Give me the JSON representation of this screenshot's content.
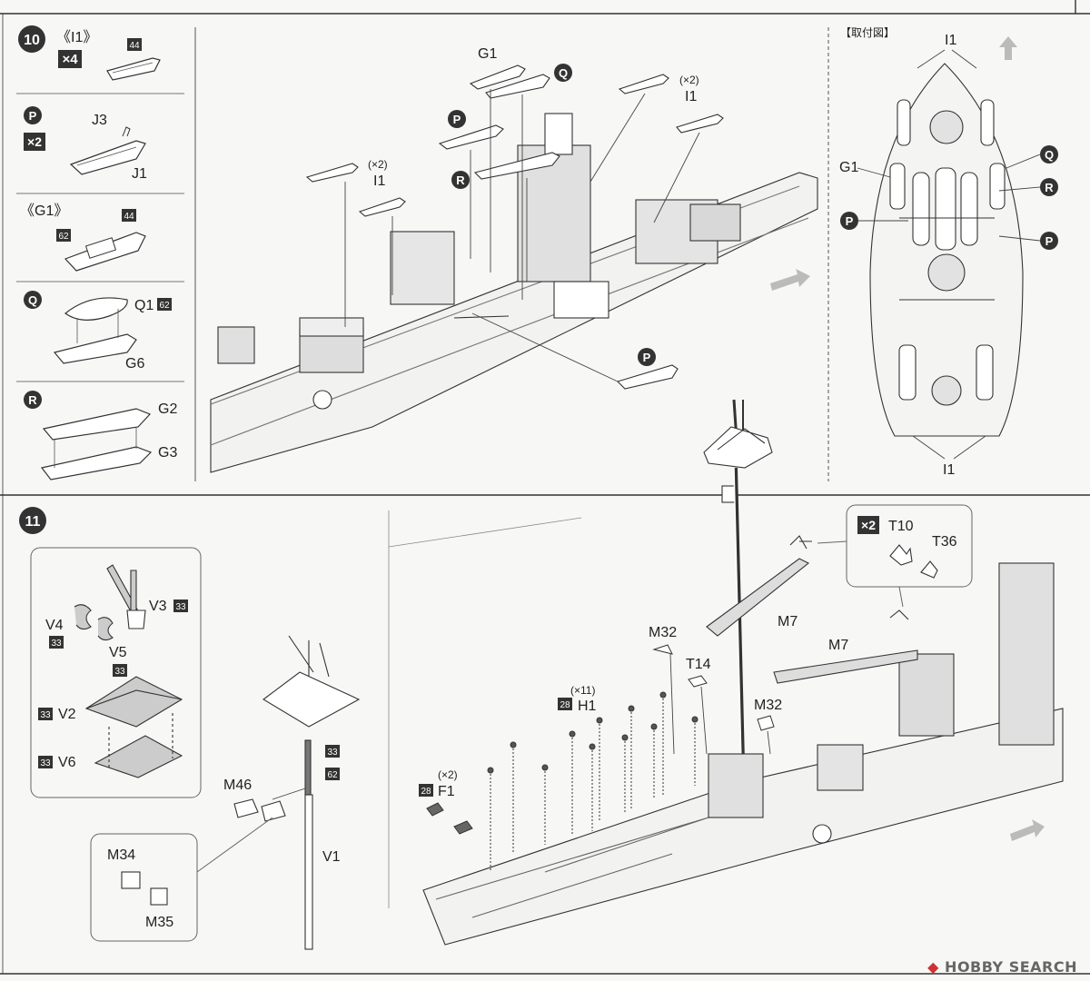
{
  "steps": [
    {
      "number": "10",
      "color": "#333333"
    },
    {
      "number": "11",
      "color": "#333333"
    }
  ],
  "step10": {
    "side_panels": [
      {
        "title": "《I1》",
        "count": "×4",
        "part_num": "44"
      },
      {
        "badge": "P",
        "count": "×2",
        "labels": [
          "J3",
          "J1"
        ]
      },
      {
        "title": "《G1》",
        "part_num_a": "62",
        "part_num_b": "44"
      },
      {
        "badge": "Q",
        "labels": [
          "Q1",
          "G6"
        ],
        "part_num": "62"
      },
      {
        "badge": "R",
        "labels": [
          "G2",
          "G3"
        ]
      }
    ],
    "main_labels": {
      "g1": "G1",
      "q_badge": "Q",
      "mult_a": "(×2)",
      "i1_a": "I1",
      "p_badge": "P",
      "mult_b": "(×2)",
      "i1_b": "I1",
      "r_badge": "R",
      "p_badge_low": "P"
    },
    "mount_view": {
      "title": "【取付図】",
      "labels": {
        "i1_top": "I1",
        "g1": "G1",
        "i1_bottom": "I1"
      },
      "badges": [
        "Q",
        "R",
        "P",
        "P"
      ]
    }
  },
  "step11": {
    "detail_panel": {
      "labels": [
        {
          "text": "V3",
          "num": "33"
        },
        {
          "text": "V4",
          "num": "33"
        },
        {
          "text": "V5",
          "num": "33"
        },
        {
          "text": "V2",
          "num": "33"
        },
        {
          "text": "V6",
          "num": "33"
        }
      ]
    },
    "mast_labels": {
      "m46": "M46",
      "v1": "V1",
      "num_a": "33",
      "num_b": "62"
    },
    "m34_panel": {
      "m34": "M34",
      "m35": "M35"
    },
    "deck_labels": {
      "m32_a": "M32",
      "t14": "T14",
      "mult_h": "(×11)",
      "h1_num": "28",
      "h1": "H1",
      "m32_b": "M32",
      "mult_f": "(×2)",
      "f1_num": "28",
      "f1": "F1",
      "m7_a": "M7",
      "m7_b": "M7"
    },
    "t_callout": {
      "count": "×2",
      "t10": "T10",
      "t36": "T36"
    }
  },
  "watermark": {
    "brand": "HOBBY SEARCH"
  }
}
